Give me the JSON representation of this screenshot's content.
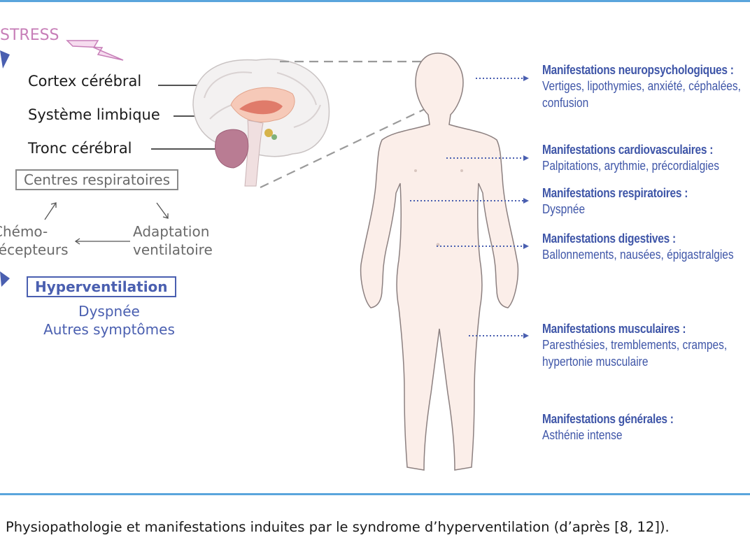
{
  "stress_label": "STRESS",
  "brain_labels": {
    "cortex": "Cortex cérébral",
    "limbic": "Système limbique",
    "brainstem": "Tronc cérébral"
  },
  "respiratory_centers": "Centres respiratoires",
  "chemoreceptors": [
    "Chémo-",
    "récepteurs"
  ],
  "ventilatory_adaptation": [
    "Adaptation",
    "ventilatoire"
  ],
  "hyperventilation": "Hyperventilation",
  "symptoms": [
    "Dyspnée",
    "Autres symptômes"
  ],
  "manifestations": [
    {
      "title": "Manifestations neuropsychologiques :",
      "lines": [
        "Vertiges, lipothymies, anxiété, céphalées,",
        "confusion"
      ]
    },
    {
      "title": "Manifestations cardiovasculaires :",
      "lines": [
        "Palpitations, arythmie, précordialgies"
      ]
    },
    {
      "title": "Manifestations respiratoires :",
      "lines": [
        "Dyspnée"
      ]
    },
    {
      "title": "Manifestations digestives :",
      "lines": [
        "Ballonnements, nausées, épigastralgies"
      ]
    },
    {
      "title": "Manifestations musculaires :",
      "lines": [
        "Paresthésies, tremblements, crampes,",
        "hypertonie musculaire"
      ]
    },
    {
      "title": "Manifestations générales :",
      "lines": [
        "Asthénie intense"
      ]
    }
  ],
  "caption": "Physiopathologie et manifestations induites par le syndrome d’hyperventilation (d’après [8, 12]).",
  "colors": {
    "frame": "#5aa5dc",
    "accent_blue": "#4a5fb0",
    "stress_pink": "#c77fb8",
    "skin": "#fbeee9"
  }
}
